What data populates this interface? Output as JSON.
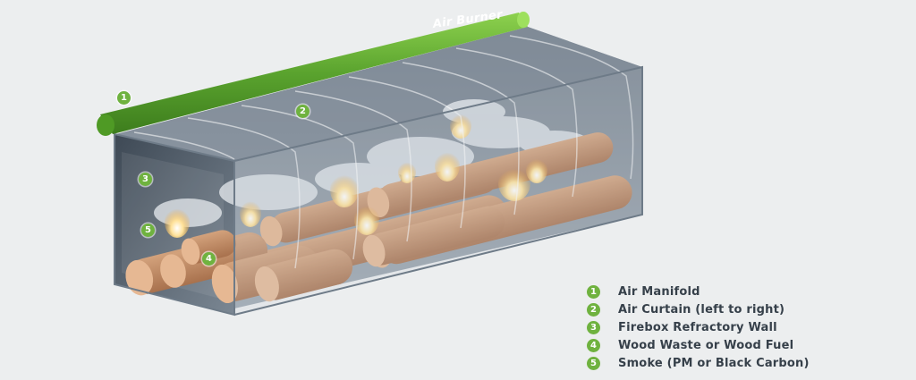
{
  "burner": {
    "label": "Air Burner"
  },
  "markers": [
    {
      "num": "1"
    },
    {
      "num": "2"
    },
    {
      "num": "3"
    },
    {
      "num": "4"
    },
    {
      "num": "5"
    }
  ],
  "legend": [
    {
      "num": "1",
      "label": "Air Manifold"
    },
    {
      "num": "2",
      "label": "Air Curtain (left to right)"
    },
    {
      "num": "3",
      "label": "Firebox Refractory Wall"
    },
    {
      "num": "4",
      "label": "Wood Waste or Wood Fuel"
    },
    {
      "num": "5",
      "label": "Smoke (PM or Black Carbon)"
    }
  ],
  "colors": {
    "accent_green": "#6fb23f",
    "manifold_green": "#5aa32e",
    "firebox_dark": "#4c5966",
    "wood": "#c8906a",
    "text": "#36404a"
  }
}
